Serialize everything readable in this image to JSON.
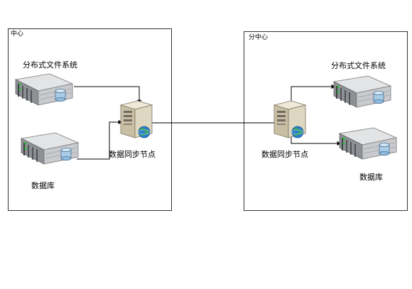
{
  "center": {
    "title": "中心",
    "fs_label": "分布式文件系统",
    "db_label": "数据库",
    "node_label": "数据同步节点"
  },
  "subcenter": {
    "title": "分中心",
    "fs_label": "分布式文件系统",
    "db_label": "数据库",
    "node_label": "数据同步节点"
  },
  "colors": {
    "border": "#333333",
    "line": "#000000",
    "server_body": "#cfd1d4",
    "server_dark": "#5f6266",
    "db_cylinder": "#a9cde8",
    "node_body": "#ded7c2",
    "globe": "#2e7fd0"
  },
  "icons": {
    "storage_server": "rack-server-with-database-icon",
    "sync_node": "tower-server-with-globe-icon"
  }
}
